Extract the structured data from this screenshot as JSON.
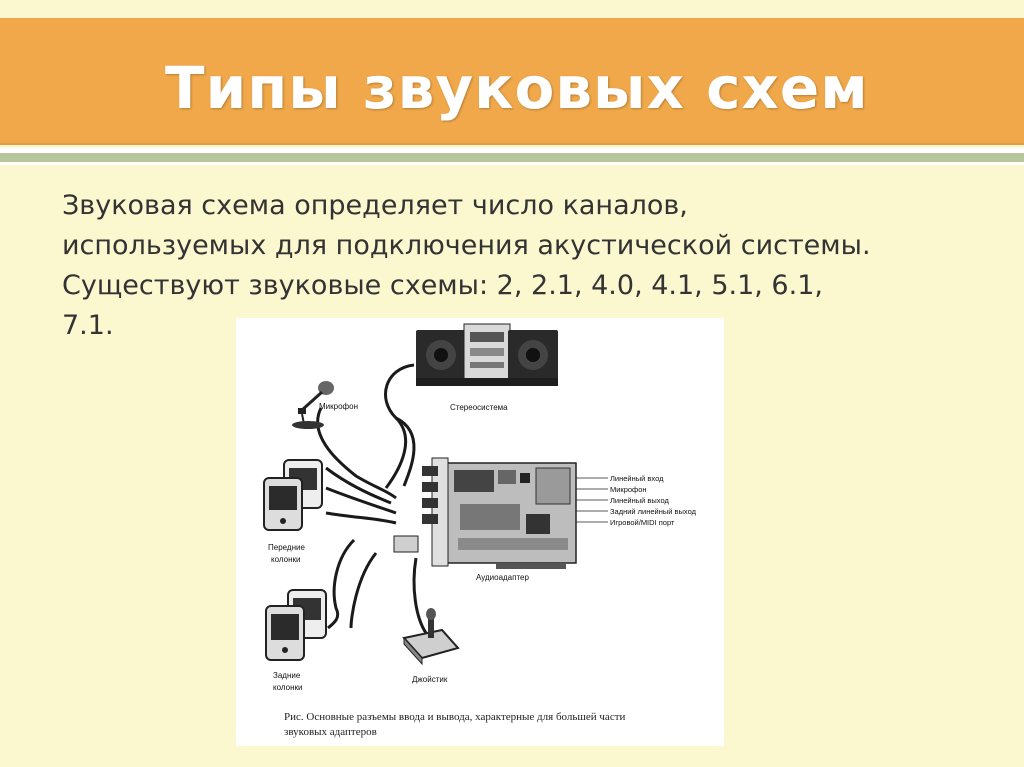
{
  "slide": {
    "title": "Типы звуковых схем",
    "paragraph_lines": [
      "Звуковая схема определяет число каналов,",
      "используемых для подключения акустической системы.",
      "Существуют звуковые схемы: 2, 2.1, 4.0, 4.1, 5.1, 6.1,",
      "7.1."
    ],
    "colors": {
      "title_bar": "#f0a84a",
      "background": "#fbf8d0",
      "accent_stripe": "#b7c79b"
    }
  },
  "figure": {
    "labels": {
      "microphone": "Микрофон",
      "stereo": "Стереосистема",
      "front_speakers_1": "Передние",
      "front_speakers_2": "колонки",
      "rear_speakers_1": "Задние",
      "rear_speakers_2": "колонки",
      "adapter": "Аудиоадаптер",
      "joystick": "Джойстик"
    },
    "port_labels": [
      "Линейный вход",
      "Микрофон",
      "Линейный выход",
      "Задний линейный выход",
      "Игровой/MIDI порт"
    ],
    "caption_line1": "Рис.   Основные разъемы ввода и вывода, характерные для большей части",
    "caption_line2": "звуковых адаптеров"
  }
}
